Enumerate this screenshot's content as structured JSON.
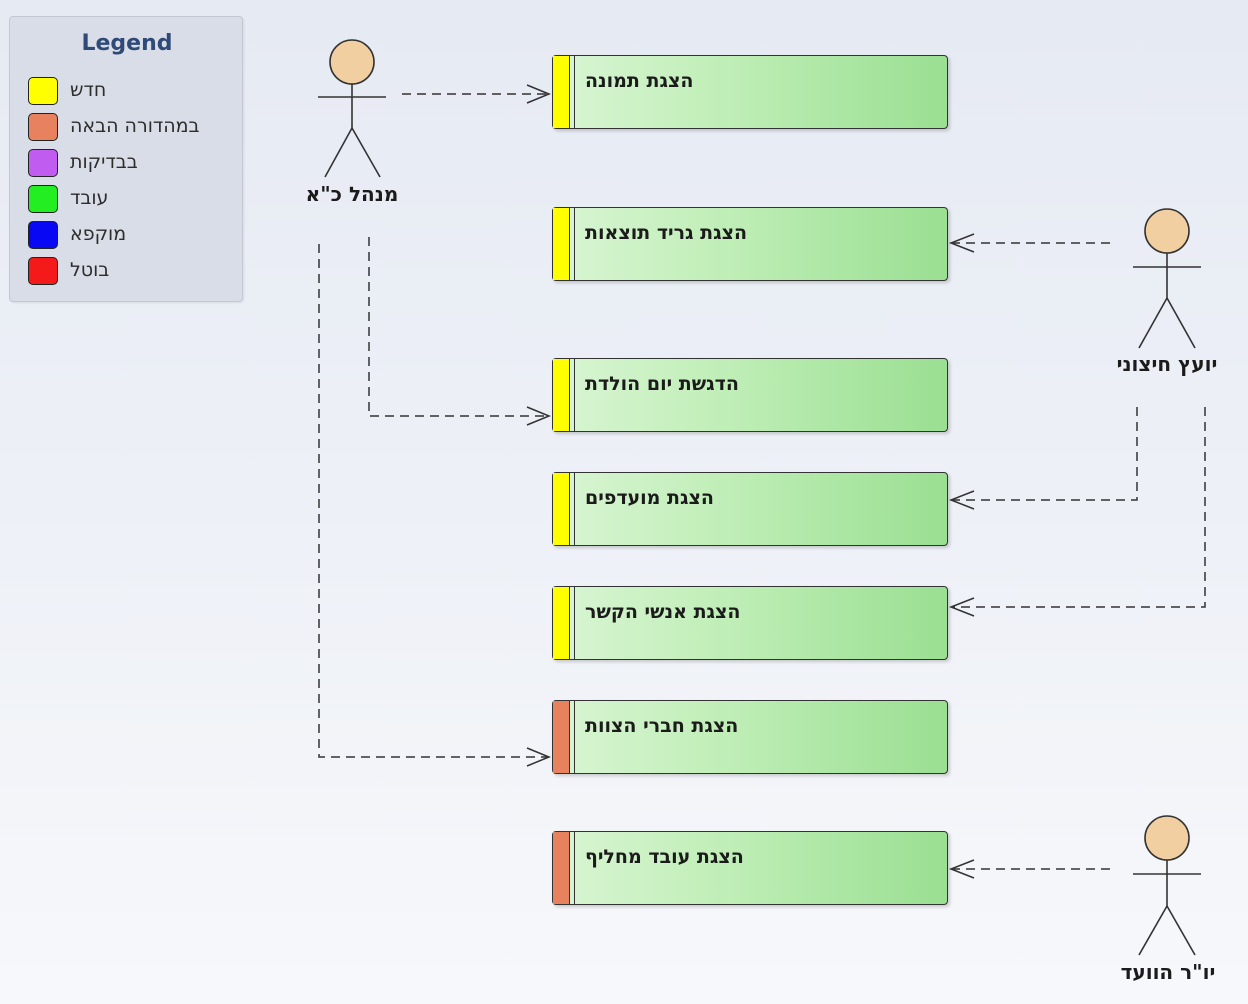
{
  "legend": {
    "title": "Legend",
    "items": [
      {
        "label": "חדש",
        "color": "#ffff00"
      },
      {
        "label": "במהדורה הבאה",
        "color": "#e8825e"
      },
      {
        "label": "בבדיקות",
        "color": "#c05df0"
      },
      {
        "label": "עובד",
        "color": "#22ee22"
      },
      {
        "label": "מוקפא",
        "color": "#0808f5"
      },
      {
        "label": "בוטל",
        "color": "#f51a1a"
      }
    ]
  },
  "actors": [
    {
      "id": "manager",
      "name": "מנהל כ\"א"
    },
    {
      "id": "consultant",
      "name": "יועץ חיצוני"
    },
    {
      "id": "chairman",
      "name": "יו\"ר הוועד"
    }
  ],
  "use_cases": [
    {
      "id": "uc-photo",
      "label": "הצגת תמונה",
      "status_color": "#ffff00"
    },
    {
      "id": "uc-results-grid",
      "label": "הצגת גריד תוצאות",
      "status_color": "#ffff00"
    },
    {
      "id": "uc-birthday",
      "label": "הדגשת יום הולדת",
      "status_color": "#ffff00"
    },
    {
      "id": "uc-favorites",
      "label": "הצגת מועדפים",
      "status_color": "#ffff00"
    },
    {
      "id": "uc-contacts",
      "label": "הצגת אנשי הקשר",
      "status_color": "#ffff00"
    },
    {
      "id": "uc-team-members",
      "label": "הצגת חברי הצוות",
      "status_color": "#e8825e"
    },
    {
      "id": "uc-replacement",
      "label": "הצגת עובד מחליף",
      "status_color": "#e8825e"
    }
  ],
  "relations": [
    {
      "from": "manager",
      "to": "uc-photo"
    },
    {
      "from": "manager",
      "to": "uc-birthday"
    },
    {
      "from": "manager",
      "to": "uc-team-members"
    },
    {
      "from": "consultant",
      "to": "uc-results-grid"
    },
    {
      "from": "consultant",
      "to": "uc-favorites"
    },
    {
      "from": "consultant",
      "to": "uc-contacts"
    },
    {
      "from": "chairman",
      "to": "uc-replacement"
    }
  ]
}
